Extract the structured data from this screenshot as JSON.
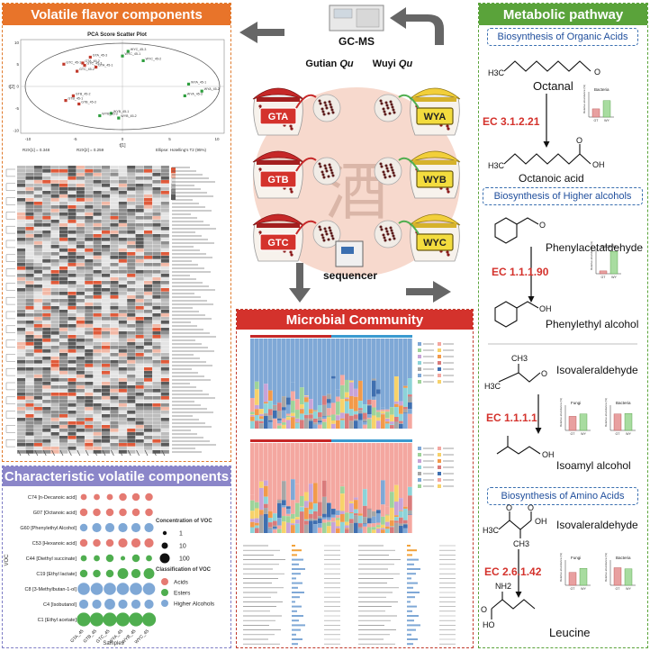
{
  "volatile": {
    "title": "Volatile flavor components",
    "pca_title": "PCA Score Scatter Plot",
    "pca_xlabel": "t[1]",
    "pca_ylabel": "t[2]",
    "pca_r2x1": "R2X[1] = 0.348",
    "pca_r2x2": "R2X[2] = 0.259",
    "pca_ellipse": "Ellipse: Hotelling's T2 (95%)",
    "pca_points": [
      {
        "label": "GTA_45-2",
        "x": -4.2,
        "y": 4.0,
        "c": "#c0392b"
      },
      {
        "label": "GTA_45-1",
        "x": -2.8,
        "y": 3.3,
        "c": "#c0392b"
      },
      {
        "label": "GTA_45-3",
        "x": -3.4,
        "y": 5.0,
        "c": "#c0392b"
      },
      {
        "label": "GTC_45-1",
        "x": -6.2,
        "y": 3.8,
        "c": "#c0392b"
      },
      {
        "label": "GTC_45-2",
        "x": -4.8,
        "y": 2.6,
        "c": "#c0392b"
      },
      {
        "label": "GTC_45-3",
        "x": -4.0,
        "y": 3.6,
        "c": "#c0392b"
      },
      {
        "label": "GTB_45-2",
        "x": -5.2,
        "y": -1.6,
        "c": "#c0392b"
      },
      {
        "label": "GTB_45-1",
        "x": -6.0,
        "y": -2.4,
        "c": "#c0392b"
      },
      {
        "label": "GTB_45-3",
        "x": -4.6,
        "y": -3.0,
        "c": "#c0392b"
      },
      {
        "label": "WYC_45-3",
        "x": 0.6,
        "y": 6.0,
        "c": "#2e9e3e"
      },
      {
        "label": "WYC_45-2",
        "x": 2.2,
        "y": 4.4,
        "c": "#2e9e3e"
      },
      {
        "label": "WYC_45-1",
        "x": 0.0,
        "y": 5.2,
        "c": "#2e9e3e"
      },
      {
        "label": "WYA_45-1",
        "x": 7.0,
        "y": 0.4,
        "c": "#2e9e3e"
      },
      {
        "label": "WYA_45-2",
        "x": 8.4,
        "y": -0.8,
        "c": "#2e9e3e"
      },
      {
        "label": "WYA_45-3",
        "x": 6.6,
        "y": -1.6,
        "c": "#2e9e3e"
      },
      {
        "label": "WYB_45-1",
        "x": -1.2,
        "y": -4.6,
        "c": "#2e9e3e"
      },
      {
        "label": "WYB_45-2",
        "x": -0.4,
        "y": -5.4,
        "c": "#2e9e3e"
      },
      {
        "label": "WYB_45-3",
        "x": -2.4,
        "y": -5.0,
        "c": "#2e9e3e"
      }
    ],
    "pca_xticks": [
      "-10",
      "-5",
      "0",
      "5",
      "10"
    ],
    "pca_yticks": [
      "10",
      "5",
      "0",
      "-5",
      "-10"
    ]
  },
  "charvoc": {
    "title": "Characteristic volatile components",
    "ylabel": "VOC",
    "xlabel": "Samples",
    "rows": [
      "C74 [n-Decanoic acid]",
      "G07 [Octanoic acid]",
      "G60 [Phenylethyl Alcohol]",
      "C53 [Hexanoic acid]",
      "C44 [Diethyl succinate]",
      "C19 [Ethyl lactate]",
      "C8 [3-Methylbutan-1-ol]",
      "C4 [Isobutanol]",
      "C1 [Ethyl acetate]"
    ],
    "cols": [
      "GTA_45",
      "GTB_45",
      "GTC_45",
      "WYA_45",
      "WYB_45",
      "WYC_45"
    ],
    "row_class": [
      "Acids",
      "Acids",
      "Higher Alcohols",
      "Acids",
      "Esters",
      "Esters",
      "Higher Alcohols",
      "Higher Alcohols",
      "Esters"
    ],
    "sizes": [
      [
        4,
        4,
        4,
        5,
        5,
        5
      ],
      [
        5,
        5,
        5,
        5,
        5,
        5
      ],
      [
        5,
        6,
        6,
        6,
        6,
        6
      ],
      [
        5,
        5,
        5,
        6,
        6,
        6
      ],
      [
        4,
        4,
        5,
        3,
        5,
        4
      ],
      [
        5,
        5,
        5,
        7,
        6,
        7
      ],
      [
        8,
        8,
        8,
        8,
        8,
        8
      ],
      [
        6,
        6,
        7,
        6,
        6,
        6
      ],
      [
        9,
        9,
        9,
        9,
        9,
        9
      ]
    ],
    "legend_conc_title": "Concentration of VOC",
    "legend_conc": [
      "1",
      "10",
      "100"
    ],
    "legend_class_title": "Classification of VOC",
    "legend_class": [
      {
        "name": "Acids",
        "color": "#e57a72"
      },
      {
        "name": "Esters",
        "color": "#4fae4f"
      },
      {
        "name": "Higher Alcohols",
        "color": "#7fa8d6"
      }
    ]
  },
  "center": {
    "gcms": "GC-MS",
    "gutian": "Gutian",
    "wuyi": "Wuyi",
    "qu": "Qu",
    "sequencer": "sequencer",
    "jars_left": [
      "GTA",
      "GTB",
      "GTC"
    ],
    "jars_right": [
      "WYA",
      "WYB",
      "WYC"
    ],
    "watermark": "酒"
  },
  "microbial": {
    "title": "Microbial Community"
  },
  "metabolic": {
    "title": "Metabolic pathway",
    "sec1": "Biosynthesis of Organic Acids",
    "sec2": "Biosynthesis of Higher alcohols",
    "sec3": "Biosynthesis of Amino Acids",
    "octanal": "Octanal",
    "octanoic": "Octanoic acid",
    "phenylacet": "Phenylacetaldehyde",
    "phenylethyl": "Phenylethyl alcohol",
    "isoval1": "Isovaleraldehyde",
    "isoamyl": "Isoamyl alcohol",
    "isoval2": "Isovaleraldehyde",
    "leucine": "Leucine",
    "ec1": "EC 3.1.2.21",
    "ec2": "EC 1.1.1.90",
    "ec3": "EC 1.1.1.1",
    "ec4": "EC 2.6.1.42",
    "bacteria": "Bacteria",
    "fungi": "Fungi",
    "gt": "GT",
    "wy": "WY",
    "h3c": "H3C",
    "ch3": "CH3",
    "o": "O",
    "oh": "OH",
    "nh2": "NH2",
    "ho": "HO",
    "ylab": "Relative abundance (%)"
  }
}
